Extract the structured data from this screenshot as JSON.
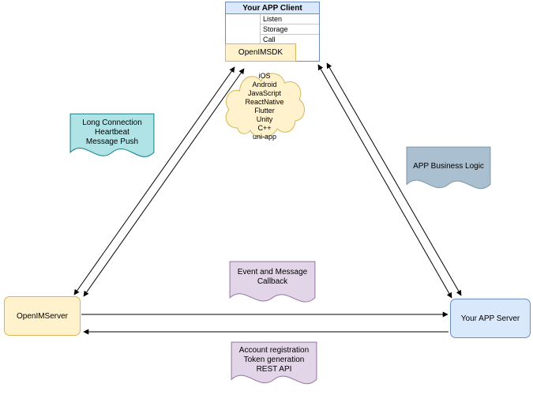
{
  "colors": {
    "blue_fill": "#dae8fc",
    "blue_stroke": "#6c8ebf",
    "yellow_fill": "#fff2cc",
    "yellow_stroke": "#d6b656",
    "teal_fill": "#b0e3e6",
    "teal_stroke": "#0e8088",
    "gray_fill": "#aabfd0",
    "gray_stroke": "#7b97a8",
    "purple_fill": "#e1d5e7",
    "purple_stroke": "#9673a6",
    "arrow": "#000000"
  },
  "client": {
    "title": "Your APP Client",
    "rows": [
      "Listen",
      "Storage",
      "Call"
    ],
    "sdk_label": "OpenIMSDK"
  },
  "cloud_platforms": [
    "iOS",
    "Android",
    "JavaScript",
    "ReactNative",
    "Flutter",
    "Unity",
    "C++",
    "uni-app"
  ],
  "notes": {
    "long_connection": [
      "Long Connection",
      "Heartbeat",
      "Message Push"
    ],
    "business_logic": [
      "APP Business Logic"
    ],
    "event_callback": [
      "Event and Message",
      "Callback"
    ],
    "rest_api": [
      "Account registration",
      "Token generation",
      "REST API"
    ]
  },
  "servers": {
    "openim_label": "OpenIMServer",
    "app_label": "Your APP Server"
  }
}
